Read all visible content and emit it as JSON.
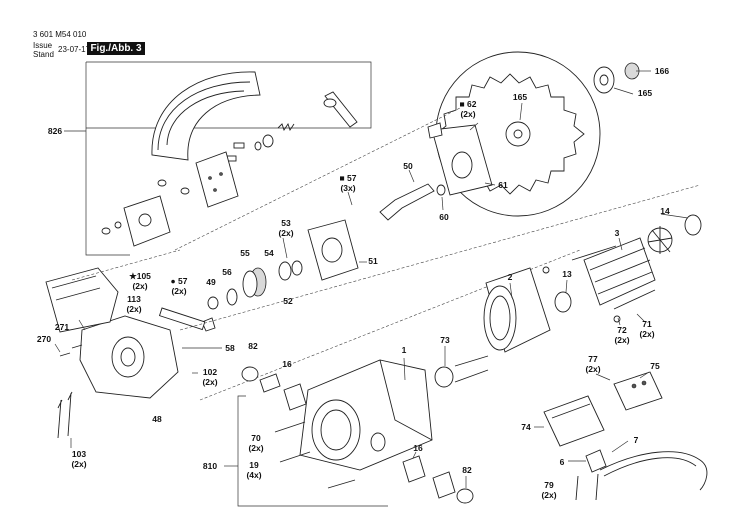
{
  "header": {
    "doc_number": "3 601 M54 010",
    "issue_label": "Issue",
    "stand_label": "Stand",
    "date": "23-07-17",
    "figure": "Fig./Abb. 3"
  },
  "part_labels": {
    "l826": "826",
    "l166": "166",
    "l165a": "165",
    "l165b": "165",
    "l62": "62",
    "l62q": "(2x)",
    "l50": "50",
    "l61": "61",
    "l57a": "57",
    "l57aq": "(3x)",
    "l60": "60",
    "l14": "14",
    "l53": "53",
    "l53q": "(2x)",
    "l3": "3",
    "l55": "55",
    "l54": "54",
    "l51": "51",
    "l105": "105",
    "l105q": "(2x)",
    "l57b": "57",
    "l57bq": "(2x)",
    "l49": "49",
    "l56": "56",
    "l52": "52",
    "l2": "2",
    "l13": "13",
    "l113": "113",
    "l113q": "(2x)",
    "l72": "72",
    "l72q": "(2x)",
    "l71": "71",
    "l71q": "(2x)",
    "l271": "271",
    "l270": "270",
    "l58": "58",
    "l82a": "82",
    "l1": "1",
    "l73": "73",
    "l77": "77",
    "l77q": "(2x)",
    "l75": "75",
    "l102": "102",
    "l102q": "(2x)",
    "l16a": "16",
    "l48": "48",
    "l74": "74",
    "l70": "70",
    "l70q": "(2x)",
    "l7": "7",
    "l103": "103",
    "l103q": "(2x)",
    "l810": "810",
    "l19": "19",
    "l19q": "(4x)",
    "l16b": "16",
    "l6": "6",
    "l82b": "82",
    "l79": "79",
    "l79q": "(2x)"
  },
  "symbols": {
    "square": "■",
    "circle": "●",
    "star": "★"
  }
}
